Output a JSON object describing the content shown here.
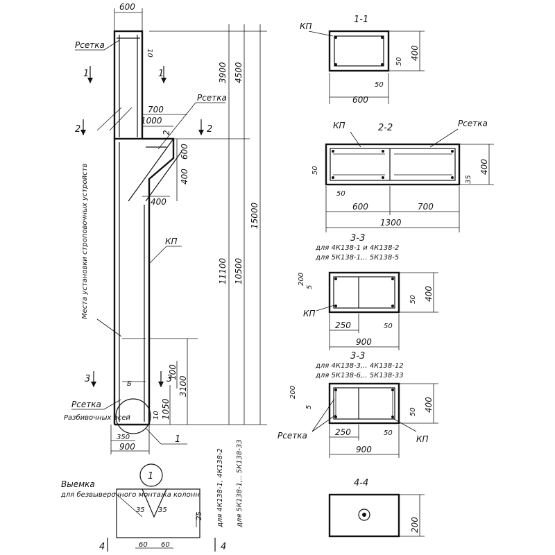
{
  "column": {
    "width_top": "600",
    "dim_10_top": "10",
    "dim_700": "700",
    "dim_1000": "1000",
    "dim_600_corbel": "600",
    "dim_400_corbel": "400",
    "dim_400_shaft": "400",
    "dim_3100": "3100",
    "dim_100": "100",
    "dim_1050": "1050",
    "dim_10_bottom": "10",
    "dim_350": "350",
    "width_base": "900",
    "overall_3900": "3900",
    "overall_4500": "4500",
    "overall_11100": "11100",
    "overall_10500": "10500",
    "overall_15000": "15000",
    "label_rsetka_top": "Рсетка",
    "label_rsetka_corbel": "Рсетка",
    "label_rsetka_bottom": "Рсетка",
    "label_kp": "КП",
    "label_axes": "Разбивочных осей",
    "label_mounting": "Места установки строповочных устройств",
    "section_1": "1",
    "section_2": "2",
    "section_3": "3",
    "node_1": "1",
    "series_a": "для 4К138-1, 4К138-2",
    "series_b": "для 5К138-1,.. 5К138-33"
  },
  "sections": {
    "s11": {
      "title": "1-1",
      "kp": "КП",
      "dim_50a": "50",
      "dim_50b": "50",
      "dim_400": "400",
      "dim_600": "600"
    },
    "s22": {
      "title": "2-2",
      "kp": "КП",
      "rsetka": "Рсетка",
      "dim_50": "50",
      "dim_50b": "50",
      "dim_35": "35",
      "dim_400": "400",
      "dim_600": "600",
      "dim_700": "700",
      "dim_1300": "1300"
    },
    "s33a": {
      "title": "3-3",
      "note1": "для 4К138-1 и 4К138-2",
      "note2": "для 5К138-1,.. 5К138-5",
      "kp": "КП",
      "dim_200": "200",
      "dim_5": "5",
      "dim_50": "50",
      "dim_400": "400",
      "dim_250": "250",
      "dim_50b": "50",
      "dim_900": "900"
    },
    "s33b": {
      "title": "3-3",
      "note1": "для 4К138-3,.. 4К138-12",
      "note2": "для 5К138-6,.. 5К138-33",
      "kp": "КП",
      "rsetka": "Рсетка",
      "dim_200": "200",
      "dim_5": "5",
      "dim_50": "50",
      "dim_400": "400",
      "dim_250": "250",
      "dim_50b": "50",
      "dim_900": "900"
    },
    "s44": {
      "title": "4-4",
      "dim_200": "200"
    }
  },
  "detail": {
    "title": "Выемка",
    "note": "для безвыверочного монтажа колонн",
    "dim_35a": "35",
    "dim_35b": "35",
    "dim_60a": "60",
    "dim_60b": "60",
    "dim_25": "25",
    "cut": "4"
  }
}
